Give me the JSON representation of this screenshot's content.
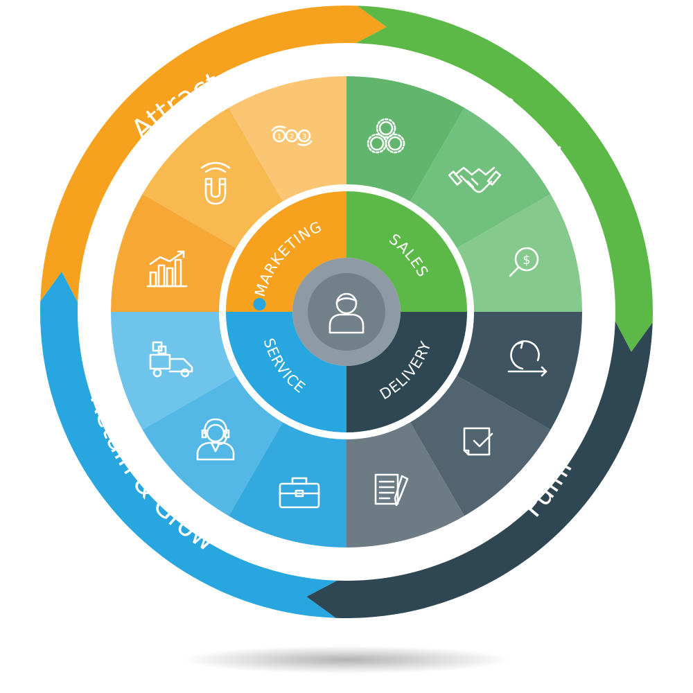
{
  "outer_ring": [
    {
      "id": "attract",
      "label": "Attract",
      "color": "#f7a21f"
    },
    {
      "id": "acquire",
      "label": "Acquire",
      "color": "#5cb847"
    },
    {
      "id": "fulfil",
      "label": "Fulfil",
      "color": "#2f4752"
    },
    {
      "id": "retain",
      "label": "Retain & Grow",
      "color": "#27a6df"
    }
  ],
  "inner_ring": [
    {
      "id": "marketing",
      "label": "MARKETING",
      "color": "#f7a21f"
    },
    {
      "id": "sales",
      "label": "SALES",
      "color": "#5cb847"
    },
    {
      "id": "delivery",
      "label": "DELIVERY",
      "color": "#2f4752"
    },
    {
      "id": "service",
      "label": "SERVICE",
      "color": "#27a6df"
    }
  ],
  "segments": [
    {
      "icon": "numbered-steps-icon",
      "color": "#fac673"
    },
    {
      "icon": "magnet-icon",
      "color": "#f9b951"
    },
    {
      "icon": "growth-chart-icon",
      "color": "#f7a734"
    },
    {
      "icon": "gears-dollar-icon",
      "color": "#62b56c"
    },
    {
      "icon": "handshake-icon",
      "color": "#72c07d"
    },
    {
      "icon": "dollar-search-icon",
      "color": "#86c98c"
    },
    {
      "icon": "cycle-arrow-icon",
      "color": "#3e5460"
    },
    {
      "icon": "task-check-icon",
      "color": "#51646f"
    },
    {
      "icon": "document-pen-icon",
      "color": "#6c7b84"
    },
    {
      "icon": "briefcase-icon",
      "color": "#34a9e0"
    },
    {
      "icon": "support-agent-icon",
      "color": "#54b8e7"
    },
    {
      "icon": "delivery-truck-icon",
      "color": "#6fc4eb"
    }
  ],
  "center": {
    "icon": "user-icon",
    "ring_color": "#8e9aa4",
    "core_color": "#72808a"
  }
}
